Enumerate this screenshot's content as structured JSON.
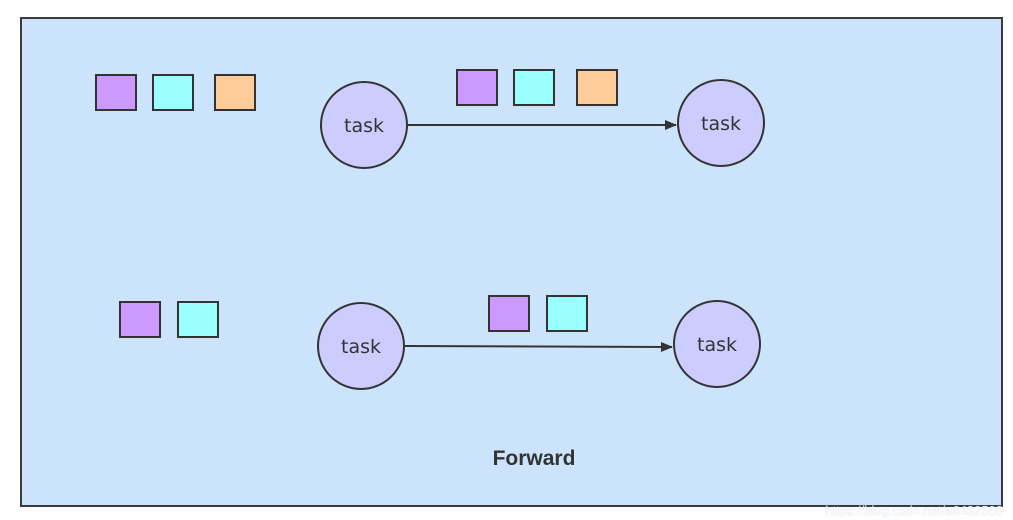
{
  "diagram": {
    "title": "Forward",
    "node_label": "task",
    "watermark": "https://blog.csdn.net/a6482508",
    "colors": {
      "background": "#cce4fb",
      "border": "#3b3b3b",
      "node_fill": "#ccccff",
      "purple": "#cc99ff",
      "cyan": "#99ffff",
      "orange": "#ffcc99",
      "arrow": "#333333"
    },
    "rows": [
      {
        "source": "task",
        "target": "task",
        "input_records": [
          "purple",
          "cyan",
          "orange"
        ],
        "transit_records": [
          "purple",
          "cyan",
          "orange"
        ]
      },
      {
        "source": "task",
        "target": "task",
        "input_records": [
          "purple",
          "cyan"
        ],
        "transit_records": [
          "purple",
          "cyan"
        ]
      }
    ]
  }
}
